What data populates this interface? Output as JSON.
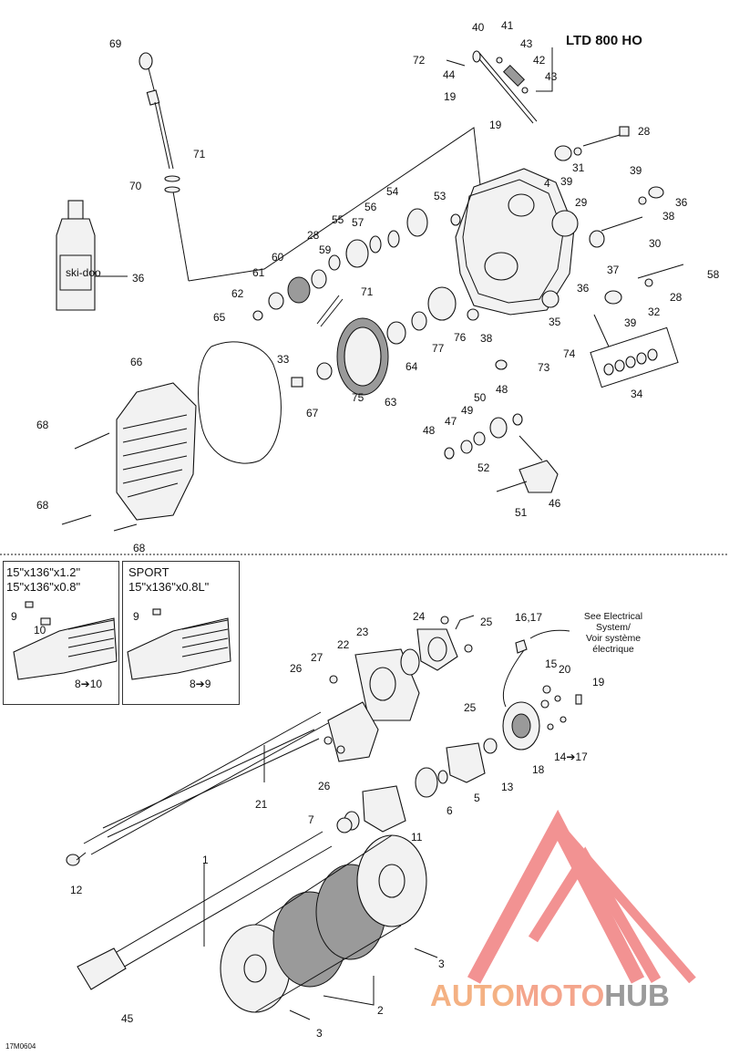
{
  "model_label": "LTD 800 HO",
  "figure_code": "17M0604",
  "note_electrical": [
    "See Electrical",
    "System/",
    "Voir système",
    "électrique"
  ],
  "panel_left_lines": [
    "15\"x136\"x1.2\"",
    "15\"x136\"x0.8\""
  ],
  "panel_right_lines": [
    "SPORT",
    "15\"x136\"x0.8L\""
  ],
  "watermark": {
    "part1": "AUTO",
    "part2": "MOTO",
    "part3": "HUB"
  },
  "colors": {
    "watermark_red": "#f08080",
    "watermark_orange": "#f4b183",
    "watermark_gray": "#9a9a9a"
  },
  "callouts": [
    "69",
    "40",
    "41",
    "43",
    "72",
    "44",
    "42",
    "43",
    "19",
    "19",
    "28",
    "70",
    "71",
    "36",
    "31",
    "39",
    "39",
    "4",
    "29",
    "36",
    "38",
    "53",
    "54",
    "56",
    "57",
    "55",
    "28",
    "30",
    "37",
    "36",
    "28",
    "58",
    "59",
    "60",
    "61",
    "62",
    "71",
    "65",
    "35",
    "32",
    "39",
    "33",
    "76",
    "77",
    "64",
    "38",
    "74",
    "73",
    "63",
    "75",
    "67",
    "34",
    "66",
    "48",
    "50",
    "49",
    "47",
    "48",
    "68",
    "52",
    "46",
    "51",
    "68",
    "68",
    "9",
    "10",
    "8➔10",
    "9",
    "8➔9",
    "16,17",
    "24",
    "25",
    "23",
    "22",
    "27",
    "26",
    "15",
    "20",
    "19",
    "25",
    "14➔17",
    "18",
    "13",
    "5",
    "6",
    "26",
    "21",
    "7",
    "11",
    "1",
    "12",
    "3",
    "2",
    "45",
    "3"
  ]
}
